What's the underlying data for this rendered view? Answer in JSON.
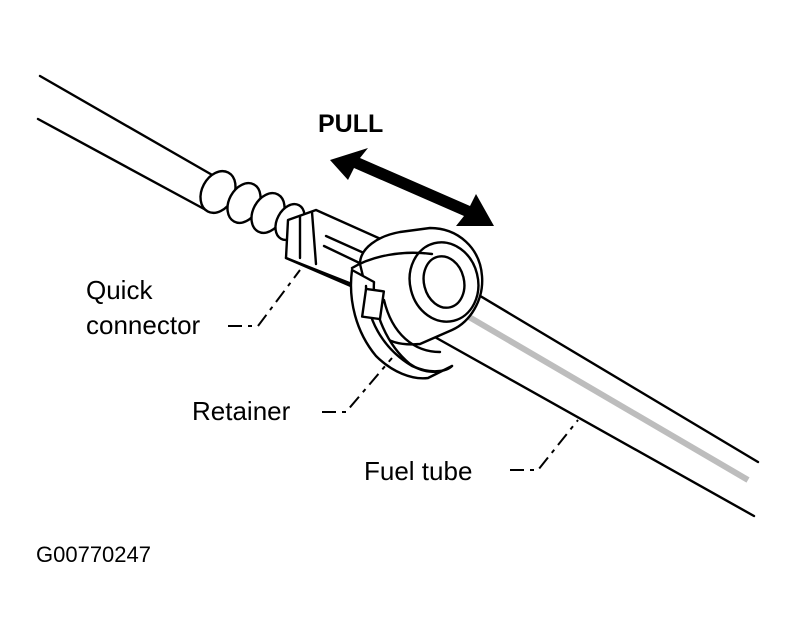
{
  "labels": {
    "pull": "PULL",
    "quick_connector_line1": "Quick",
    "quick_connector_line2": "connector",
    "retainer": "Retainer",
    "fuel_tube": "Fuel tube",
    "figure_code": "G00770247"
  },
  "colors": {
    "ink": "#000000",
    "background": "#ffffff",
    "tube_shade": "#bdbdbd"
  }
}
